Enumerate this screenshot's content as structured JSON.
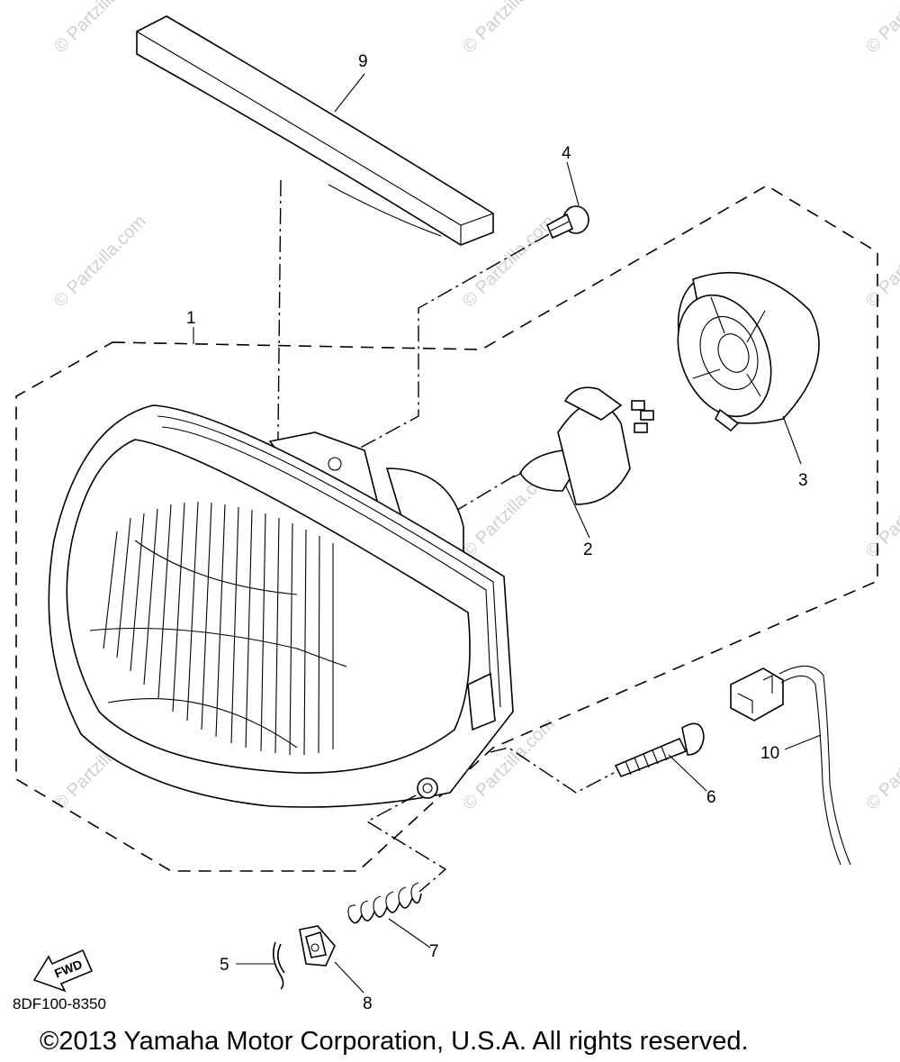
{
  "watermark": {
    "text": "© Partzilla.com"
  },
  "callouts": [
    {
      "id": "1",
      "label": "1"
    },
    {
      "id": "2",
      "label": "2"
    },
    {
      "id": "3",
      "label": "3"
    },
    {
      "id": "4",
      "label": "4"
    },
    {
      "id": "5",
      "label": "5"
    },
    {
      "id": "6",
      "label": "6"
    },
    {
      "id": "7",
      "label": "7"
    },
    {
      "id": "8",
      "label": "8"
    },
    {
      "id": "9",
      "label": "9"
    },
    {
      "id": "10",
      "label": "10"
    }
  ],
  "fwd_arrow": {
    "label": "FWD",
    "icon": "forward-arrow-icon"
  },
  "diagram_code": "8DF100-8350",
  "copyright": "©2013 Yamaha Motor Corporation, U.S.A. All rights reserved."
}
